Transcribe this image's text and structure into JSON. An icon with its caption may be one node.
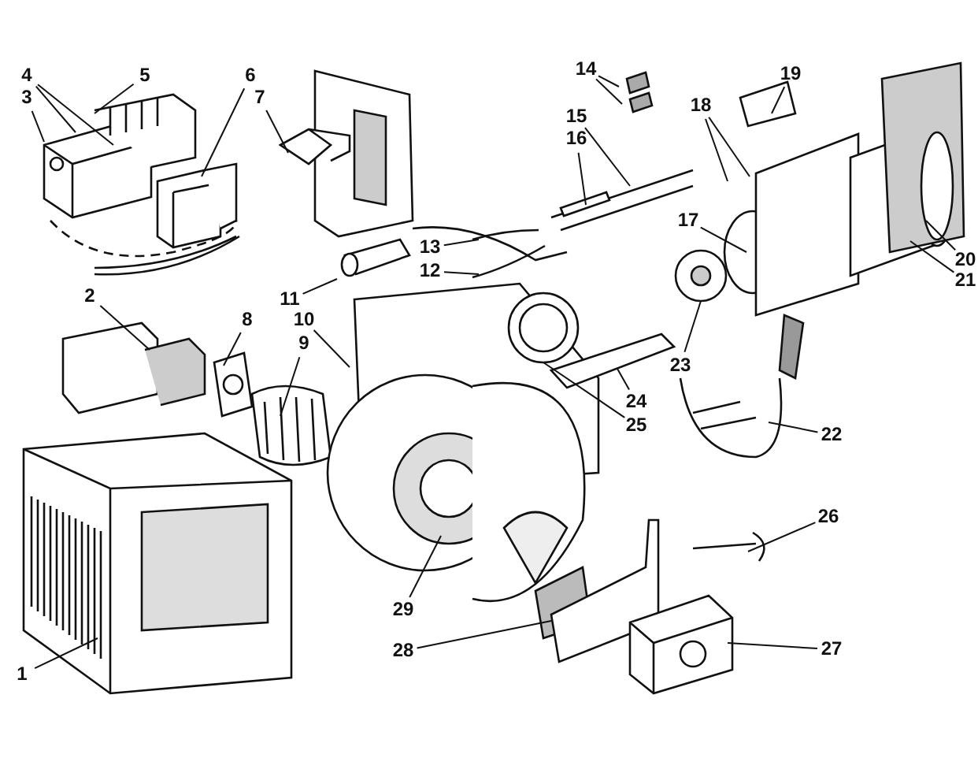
{
  "diagram": {
    "nodes": [
      {
        "text": [
          "1"
        ]
      },
      {
        "text": [
          "2"
        ]
      },
      {
        "text": [
          "3"
        ]
      },
      {
        "text": [
          "4"
        ]
      },
      {
        "text": [
          "5"
        ]
      },
      {
        "text": [
          "6"
        ]
      },
      {
        "text": [
          "7"
        ]
      },
      {
        "text": [
          "8"
        ]
      },
      {
        "text": [
          "9"
        ]
      },
      {
        "text": [
          "10"
        ]
      },
      {
        "text": [
          "11"
        ]
      },
      {
        "text": [
          "12"
        ]
      },
      {
        "text": [
          "13"
        ]
      },
      {
        "text": [
          "14"
        ]
      },
      {
        "text": [
          "15"
        ]
      },
      {
        "text": [
          "16"
        ]
      },
      {
        "text": [
          "17"
        ]
      },
      {
        "text": [
          "18"
        ]
      },
      {
        "text": [
          "19"
        ]
      },
      {
        "text": [
          "20"
        ]
      },
      {
        "text": [
          "21"
        ]
      },
      {
        "text": [
          "22"
        ]
      },
      {
        "text": [
          "23"
        ]
      },
      {
        "text": [
          "24"
        ]
      },
      {
        "text": [
          "25"
        ]
      },
      {
        "text": [
          "26"
        ]
      },
      {
        "text": [
          "27"
        ]
      },
      {
        "text": [
          "28"
        ]
      },
      {
        "text": [
          "29"
        ]
      }
    ],
    "edges": [
      {
        "from": 0,
        "to": null,
        "arrow": "none"
      },
      {
        "from": 1,
        "to": null,
        "arrow": "none"
      },
      {
        "from": 2,
        "to": null,
        "arrow": "none"
      },
      {
        "from": 3,
        "to": null,
        "arrow": "none"
      },
      {
        "from": 3,
        "to": null,
        "arrow": "none"
      },
      {
        "from": 4,
        "to": null,
        "arrow": "none"
      },
      {
        "from": 5,
        "to": null,
        "arrow": "none"
      },
      {
        "from": 6,
        "to": null,
        "arrow": "none"
      },
      {
        "from": 7,
        "to": null,
        "arrow": "none"
      },
      {
        "from": 8,
        "to": null,
        "arrow": "none"
      },
      {
        "from": 9,
        "to": null,
        "arrow": "none"
      },
      {
        "from": 10,
        "to": null,
        "arrow": "none"
      },
      {
        "from": 11,
        "to": null,
        "arrow": "none"
      },
      {
        "from": 12,
        "to": null,
        "arrow": "none"
      },
      {
        "from": 13,
        "to": null,
        "arrow": "none"
      },
      {
        "from": 13,
        "to": null,
        "arrow": "none"
      },
      {
        "from": 14,
        "to": null,
        "arrow": "none"
      },
      {
        "from": 15,
        "to": null,
        "arrow": "none"
      },
      {
        "from": 16,
        "to": null,
        "arrow": "none"
      },
      {
        "from": 17,
        "to": null,
        "arrow": "none"
      },
      {
        "from": 17,
        "to": null,
        "arrow": "none"
      },
      {
        "from": 18,
        "to": null,
        "arrow": "none"
      },
      {
        "from": 19,
        "to": null,
        "arrow": "none"
      },
      {
        "from": 20,
        "to": null,
        "arrow": "none"
      },
      {
        "from": 21,
        "to": null,
        "arrow": "none"
      },
      {
        "from": 22,
        "to": null,
        "arrow": "none"
      },
      {
        "from": 23,
        "to": null,
        "arrow": "none"
      },
      {
        "from": 24,
        "to": null,
        "arrow": "none"
      },
      {
        "from": 25,
        "to": null,
        "arrow": "none"
      },
      {
        "from": 26,
        "to": null,
        "arrow": "none"
      },
      {
        "from": 27,
        "to": null,
        "arrow": "none"
      },
      {
        "from": 28,
        "to": null,
        "arrow": "none"
      }
    ]
  }
}
